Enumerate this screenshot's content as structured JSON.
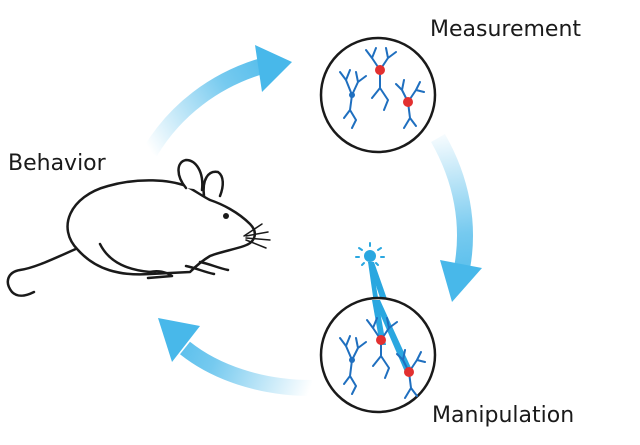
{
  "diagram": {
    "labels": {
      "behavior": "Behavior",
      "measurement": "Measurement",
      "manipulation": "Manipulation"
    },
    "colors": {
      "arrow": "#48b8ea",
      "arrow_light": "#d6f0fb",
      "neuron_blue": "#1f6fbf",
      "neuron_red": "#e23030",
      "light_beam": "#2aa7e0",
      "outline": "#1a1a1a"
    },
    "icons": {
      "mouse": "mouse-icon",
      "light_source": "light-source-icon"
    }
  }
}
